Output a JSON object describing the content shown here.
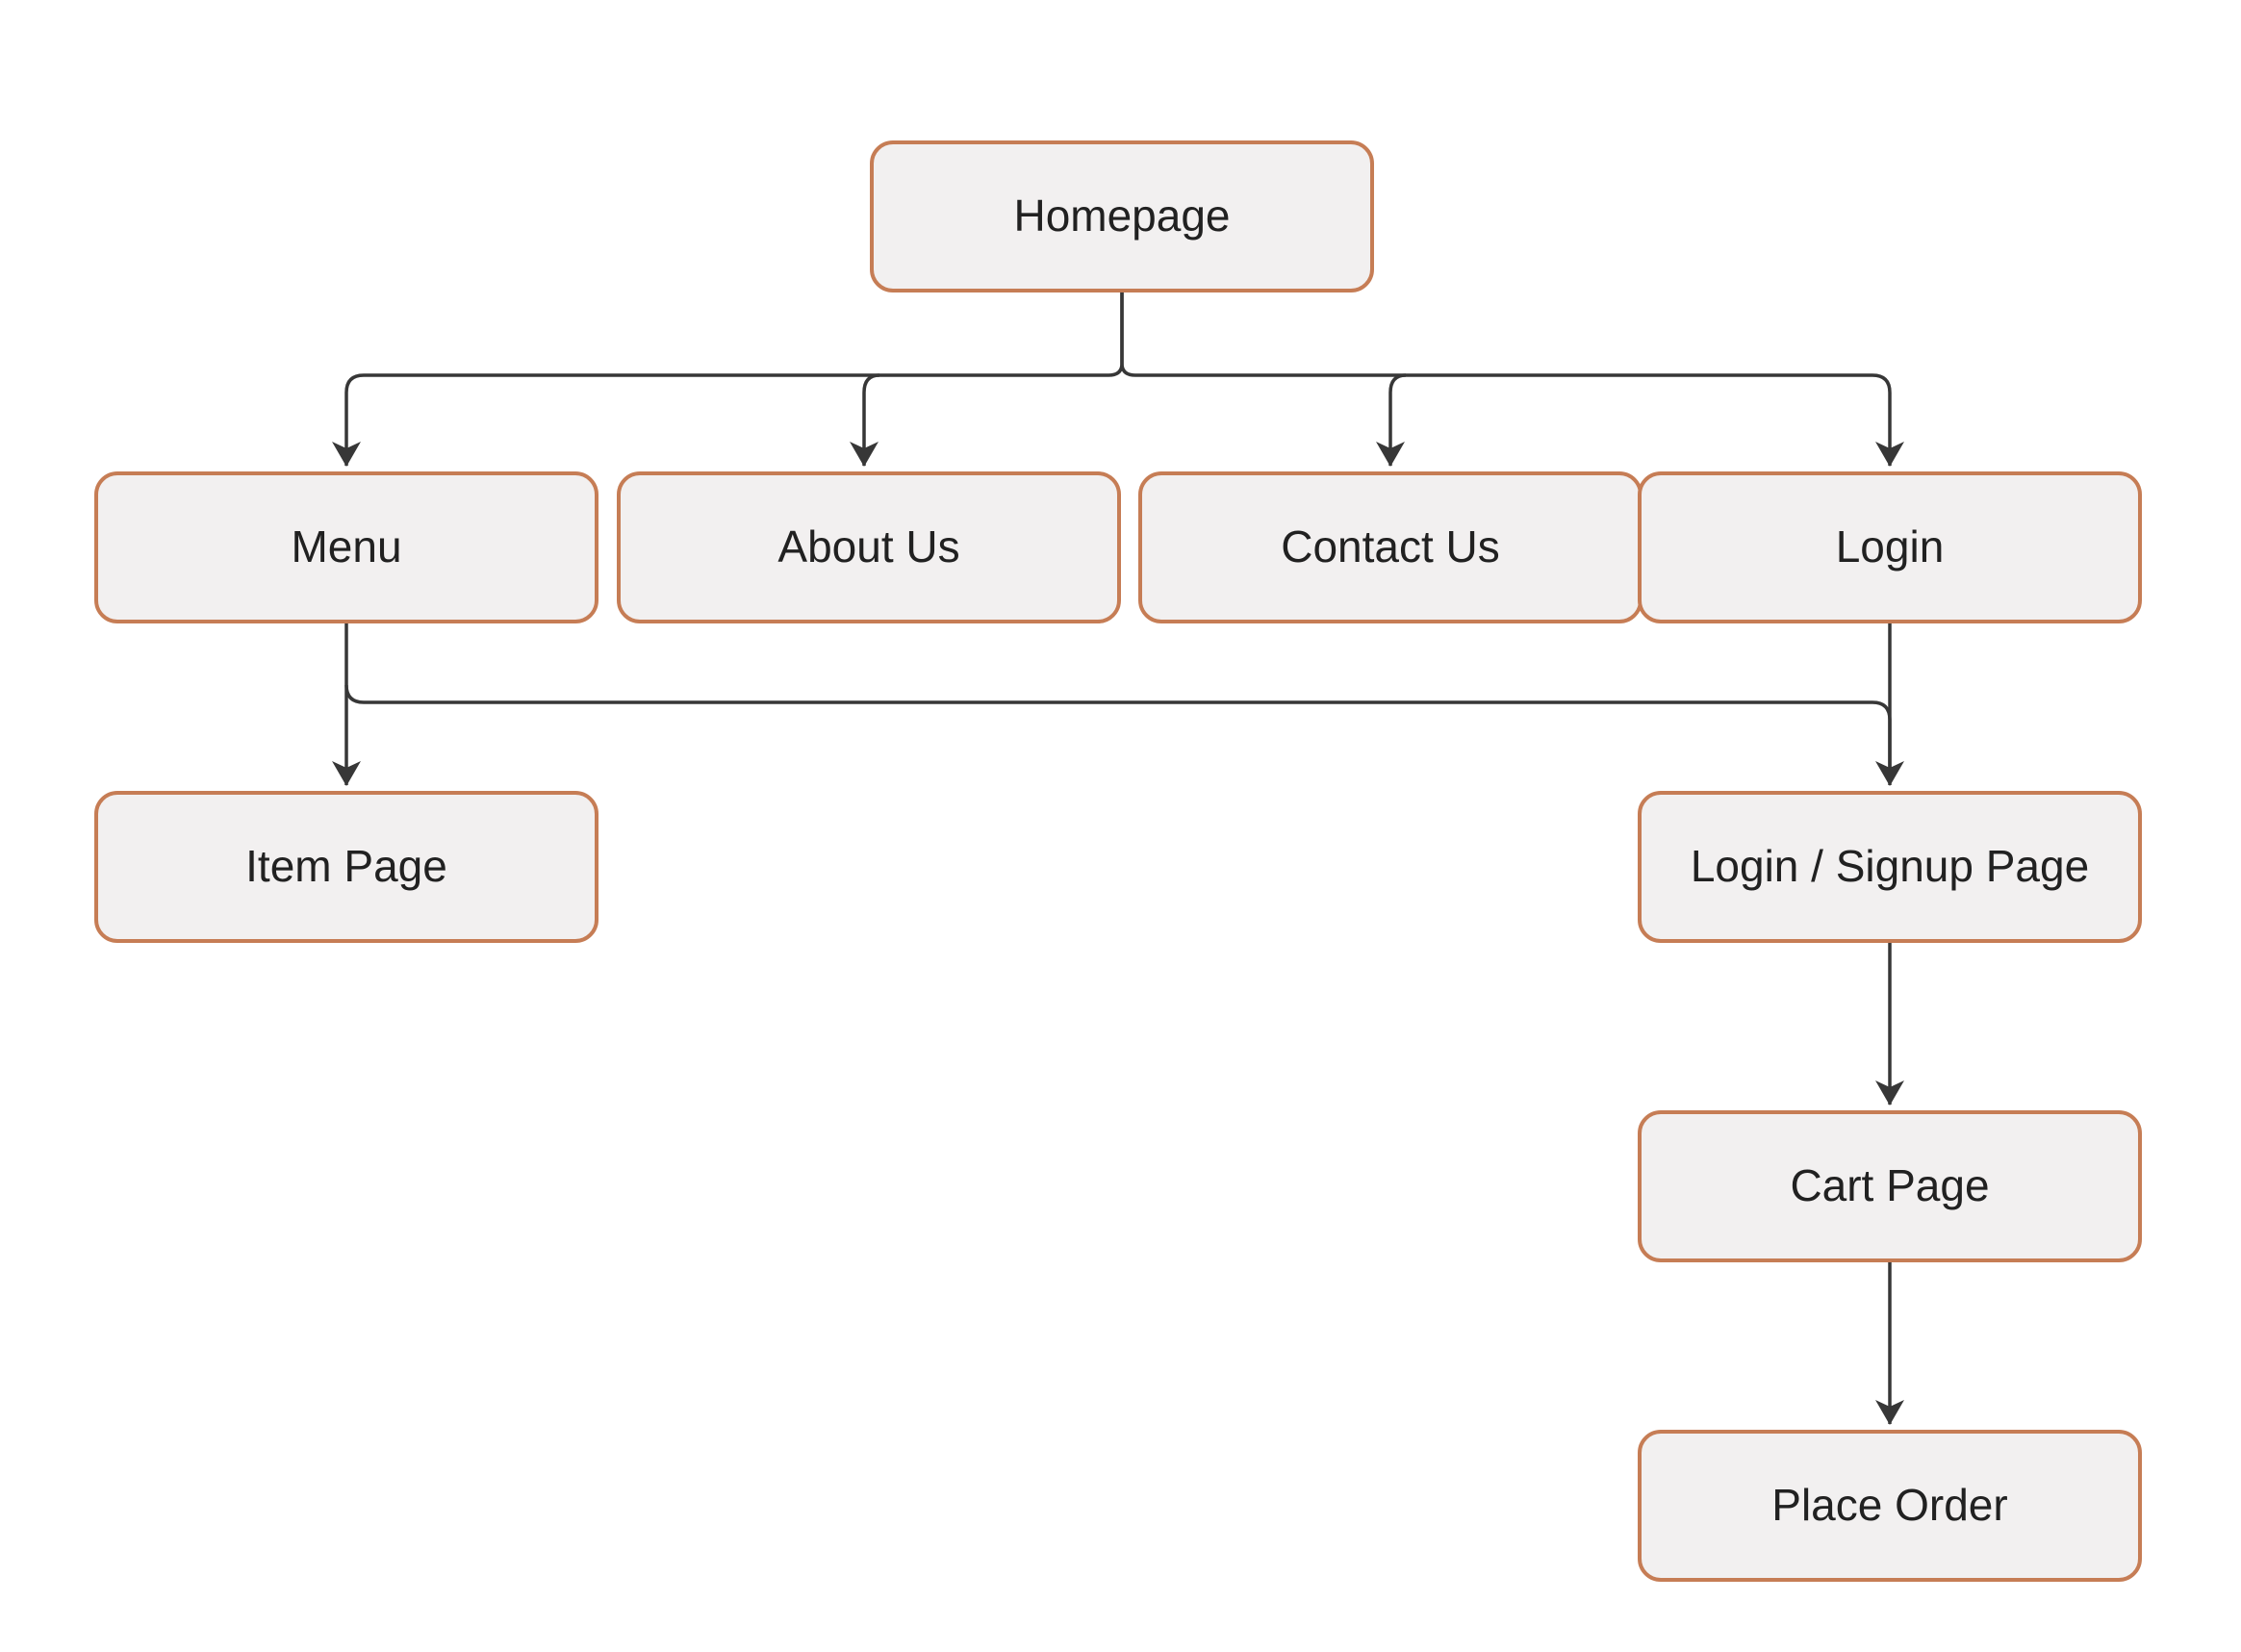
{
  "diagram": {
    "title": "Website sitemap flowchart",
    "colors": {
      "background": "#ffffff",
      "node_fill": "#F2F0F0",
      "node_border": "#C67D55",
      "connector": "#373737",
      "text": "#212121"
    },
    "nodes": {
      "homepage": {
        "label": "Homepage"
      },
      "menu": {
        "label": "Menu"
      },
      "about": {
        "label": "About Us"
      },
      "contact": {
        "label": "Contact Us"
      },
      "login": {
        "label": "Login"
      },
      "item_page": {
        "label": "Item Page"
      },
      "login_signup": {
        "label": "Login / Signup Page"
      },
      "cart_page": {
        "label": "Cart Page"
      },
      "place_order": {
        "label": "Place Order"
      }
    },
    "edges": [
      {
        "from": "Homepage",
        "to": "Menu"
      },
      {
        "from": "Homepage",
        "to": "About Us"
      },
      {
        "from": "Homepage",
        "to": "Contact Us"
      },
      {
        "from": "Homepage",
        "to": "Login"
      },
      {
        "from": "Menu",
        "to": "Item Page"
      },
      {
        "from": "Menu",
        "to": "Login / Signup Page"
      },
      {
        "from": "Login",
        "to": "Login / Signup Page"
      },
      {
        "from": "Login / Signup Page",
        "to": "Cart Page"
      },
      {
        "from": "Cart Page",
        "to": "Place Order"
      }
    ]
  }
}
